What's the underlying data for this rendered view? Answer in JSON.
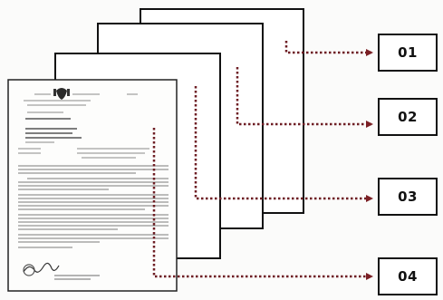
{
  "labels": [
    "01",
    "02",
    "03",
    "04"
  ],
  "colors": {
    "arrow": "#7b1f24",
    "dotted_line": "#6e1e24",
    "page_border": "#111111",
    "text_lines": "#7a7a7a"
  },
  "icons": {
    "emblem": "coat-of-arms-icon",
    "signature": "signature-scribble-icon"
  }
}
